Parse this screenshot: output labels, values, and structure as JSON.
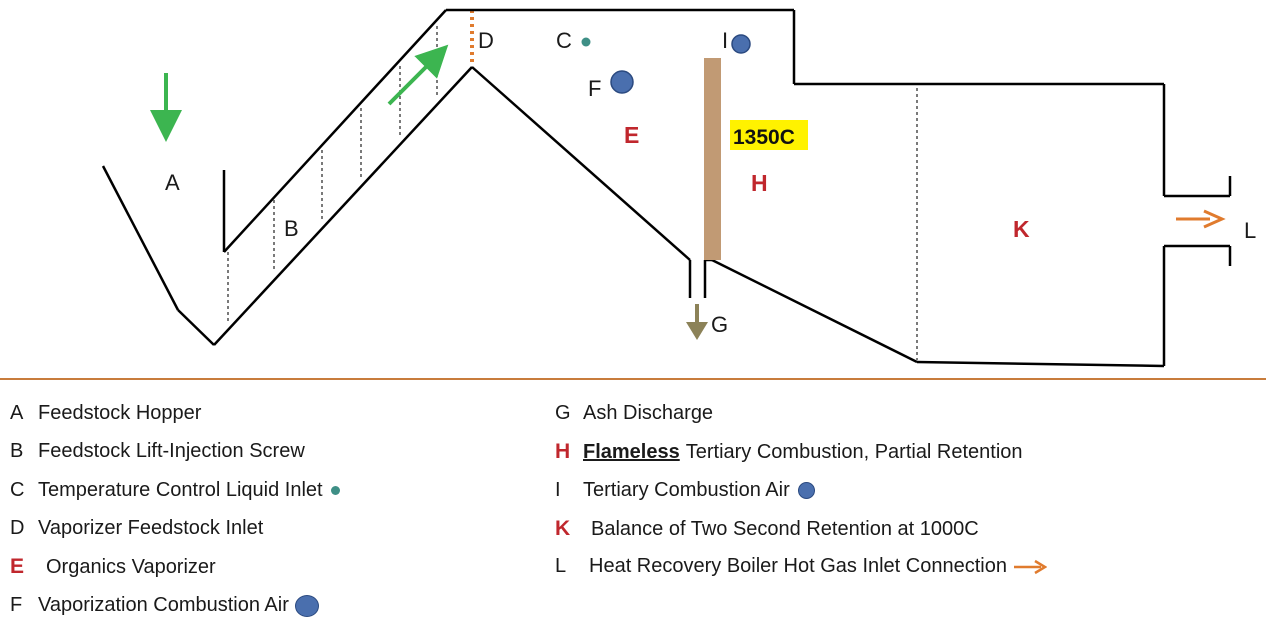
{
  "diagram": {
    "labels": {
      "A": "A",
      "B": "B",
      "C": "C",
      "D": "D",
      "E": "E",
      "F": "F",
      "G": "G",
      "H": "H",
      "I": "I",
      "K": "K",
      "L": "L"
    },
    "temperature": "1350C"
  },
  "legend": {
    "left": [
      {
        "key": "A",
        "text": "Feedstock Hopper"
      },
      {
        "key": "B",
        "text": "Feedstock Lift-Injection Screw"
      },
      {
        "key": "C",
        "text": "Temperature Control Liquid Inlet"
      },
      {
        "key": "D",
        "text": "Vaporizer Feedstock Inlet"
      },
      {
        "key": "E",
        "text": "Organics Vaporizer"
      },
      {
        "key": "F",
        "text": "Vaporization Combustion Air"
      }
    ],
    "right": [
      {
        "key": "G",
        "text": "Ash Discharge"
      },
      {
        "key": "H",
        "emphasis": "Flameless",
        "text": "Tertiary Combustion, Partial Retention"
      },
      {
        "key": "I",
        "text": "Tertiary Combustion Air"
      },
      {
        "key": "K",
        "text": "Balance of Two Second Retention at 1000C"
      },
      {
        "key": "L",
        "text": "Heat Recovery Boiler Hot Gas Inlet Connection"
      }
    ]
  },
  "colors": {
    "red_label": "#c0272d",
    "green_arrow": "#3cb550",
    "orange_arrow": "#e07b2e",
    "ash_arrow": "#8c8258",
    "divider": "#c87c3c",
    "tan_bar": "#c19a74",
    "highlight": "#fff200",
    "air_dot": "#4a6fae",
    "liquid_dot": "#3e8f86"
  }
}
